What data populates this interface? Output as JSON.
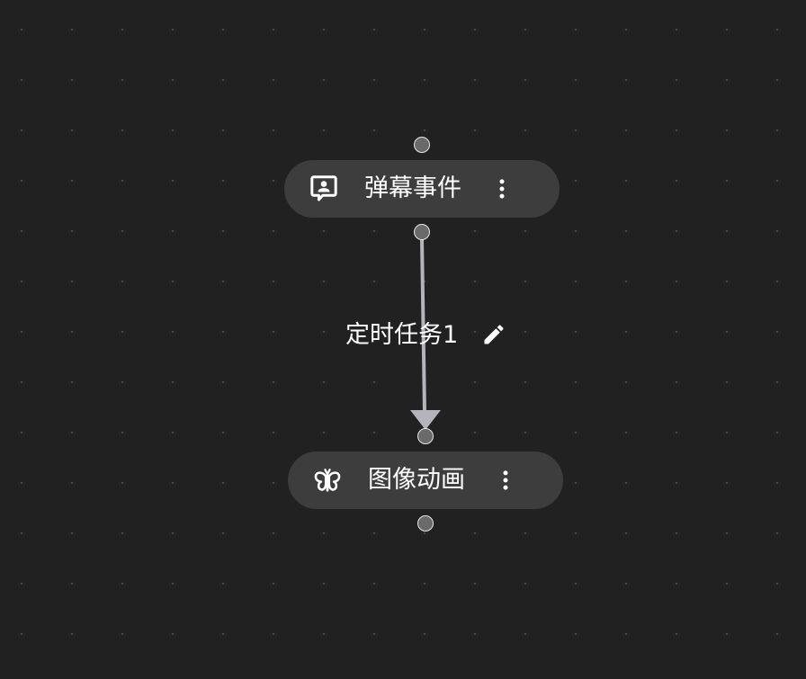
{
  "canvas": {
    "background_color": "#212121",
    "grid_dot_color": "#7d3650"
  },
  "nodes": [
    {
      "label": "弹幕事件",
      "icon": "message-account-icon",
      "menu_icon": "dots-vertical-icon"
    },
    {
      "label": "图像动画",
      "icon": "butterfly-icon",
      "menu_icon": "dots-vertical-icon"
    }
  ],
  "edge": {
    "label": "定时任务1",
    "edit_icon": "pencil-icon",
    "color": "#b4b4bc"
  },
  "colors": {
    "node_background": "#3d3d3d",
    "text": "#ffffff",
    "handle_fill": "#6a6a6a",
    "handle_stroke": "#e6e6e6"
  }
}
